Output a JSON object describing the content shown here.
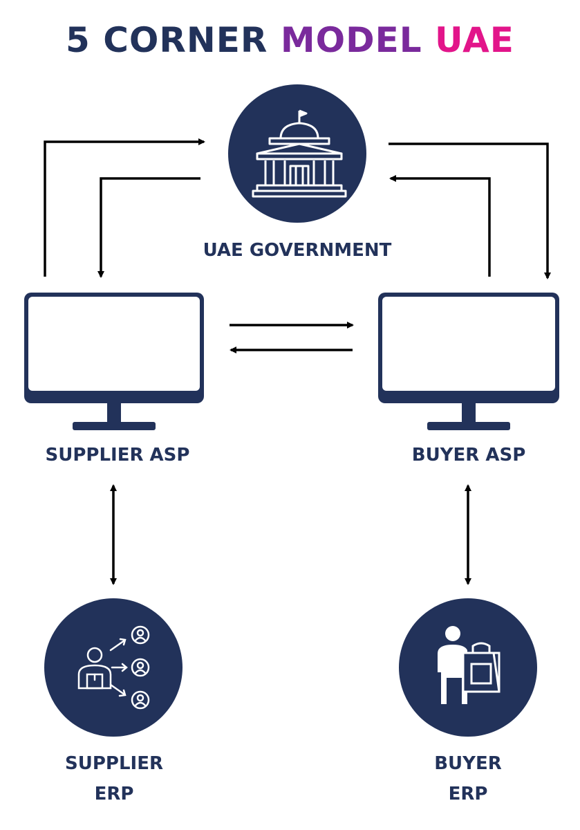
{
  "title": {
    "part1": "5 CORNER",
    "part2": "MODEL",
    "part3": "UAE"
  },
  "colors": {
    "navy": "#22325a",
    "purple": "#7a2a9c",
    "magenta": "#e2158a",
    "arrow": "#000000",
    "screen": "#ffffff"
  },
  "nodes": {
    "government": {
      "label": "UAE GOVERNMENT",
      "icon": "government-building-icon"
    },
    "supplier_asp": {
      "label": "SUPPLIER ASP",
      "icon": "monitor-icon"
    },
    "buyer_asp": {
      "label": "BUYER ASP",
      "icon": "monitor-icon"
    },
    "supplier_erp": {
      "label_line1": "SUPPLIER",
      "label_line2": "ERP",
      "icon": "supplier-distribution-icon"
    },
    "buyer_erp": {
      "label_line1": "BUYER",
      "label_line2": "ERP",
      "icon": "buyer-shopping-bag-icon"
    }
  }
}
